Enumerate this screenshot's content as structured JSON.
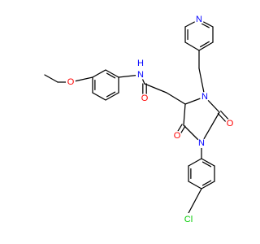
{
  "molecule": {
    "atoms": {
      "n_amide": "N",
      "h_amide": "H",
      "o_ether": "O",
      "o_amide": "O",
      "n_pyridine": "N",
      "n_ring_top": "N",
      "o_ring_right": "O",
      "o_ring_left": "O",
      "n_ring_bottom": "N",
      "cl": "Cl"
    },
    "colors": {
      "bond": "#000000",
      "nitrogen": "#0000ff",
      "oxygen": "#ff0000",
      "chlorine": "#00cc00"
    }
  }
}
